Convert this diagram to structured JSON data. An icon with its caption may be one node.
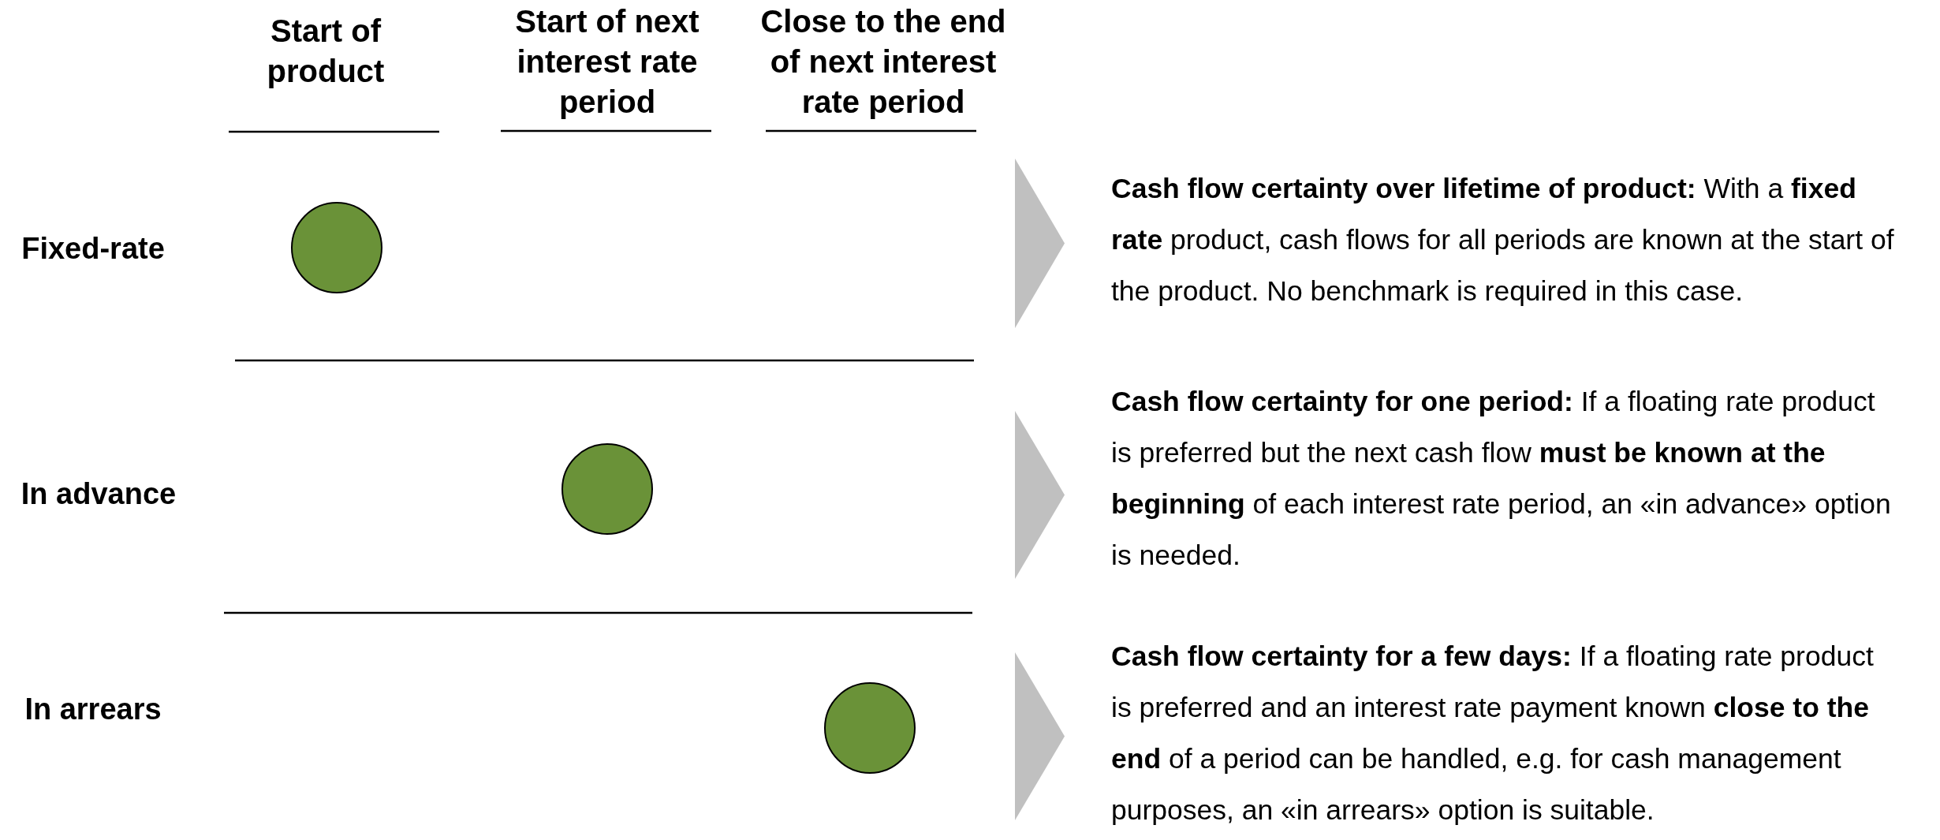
{
  "diagram": {
    "nodes": [
      {
        "text": [],
        "shape": "circle"
      },
      {
        "text": [],
        "shape": "circle"
      },
      {
        "text": [],
        "shape": "circle"
      }
    ],
    "labels": [
      "Start of product",
      "Start of next interest rate period",
      "Close to the end of next interest rate period",
      "Fixed-rate",
      "**Cash flow certainty over lifetime of product:** With a **fixed rate** product, cash flows for all periods are known at the start of the product. No benchmark is required in this case.",
      "In advance",
      "**Cash flow certainty for one period:** If a floating rate product is preferred but the next cash flow **must be known at the beginning** of each interest rate period, an «in advance» option is needed.",
      "In arrears",
      "**Cash flow certainty for a few days:** If a floating rate product is preferred and an interest rate payment known **close to the end** of a period can be handled, e.g. for cash management purposes, an «in arrears» option is suitable."
    ]
  }
}
